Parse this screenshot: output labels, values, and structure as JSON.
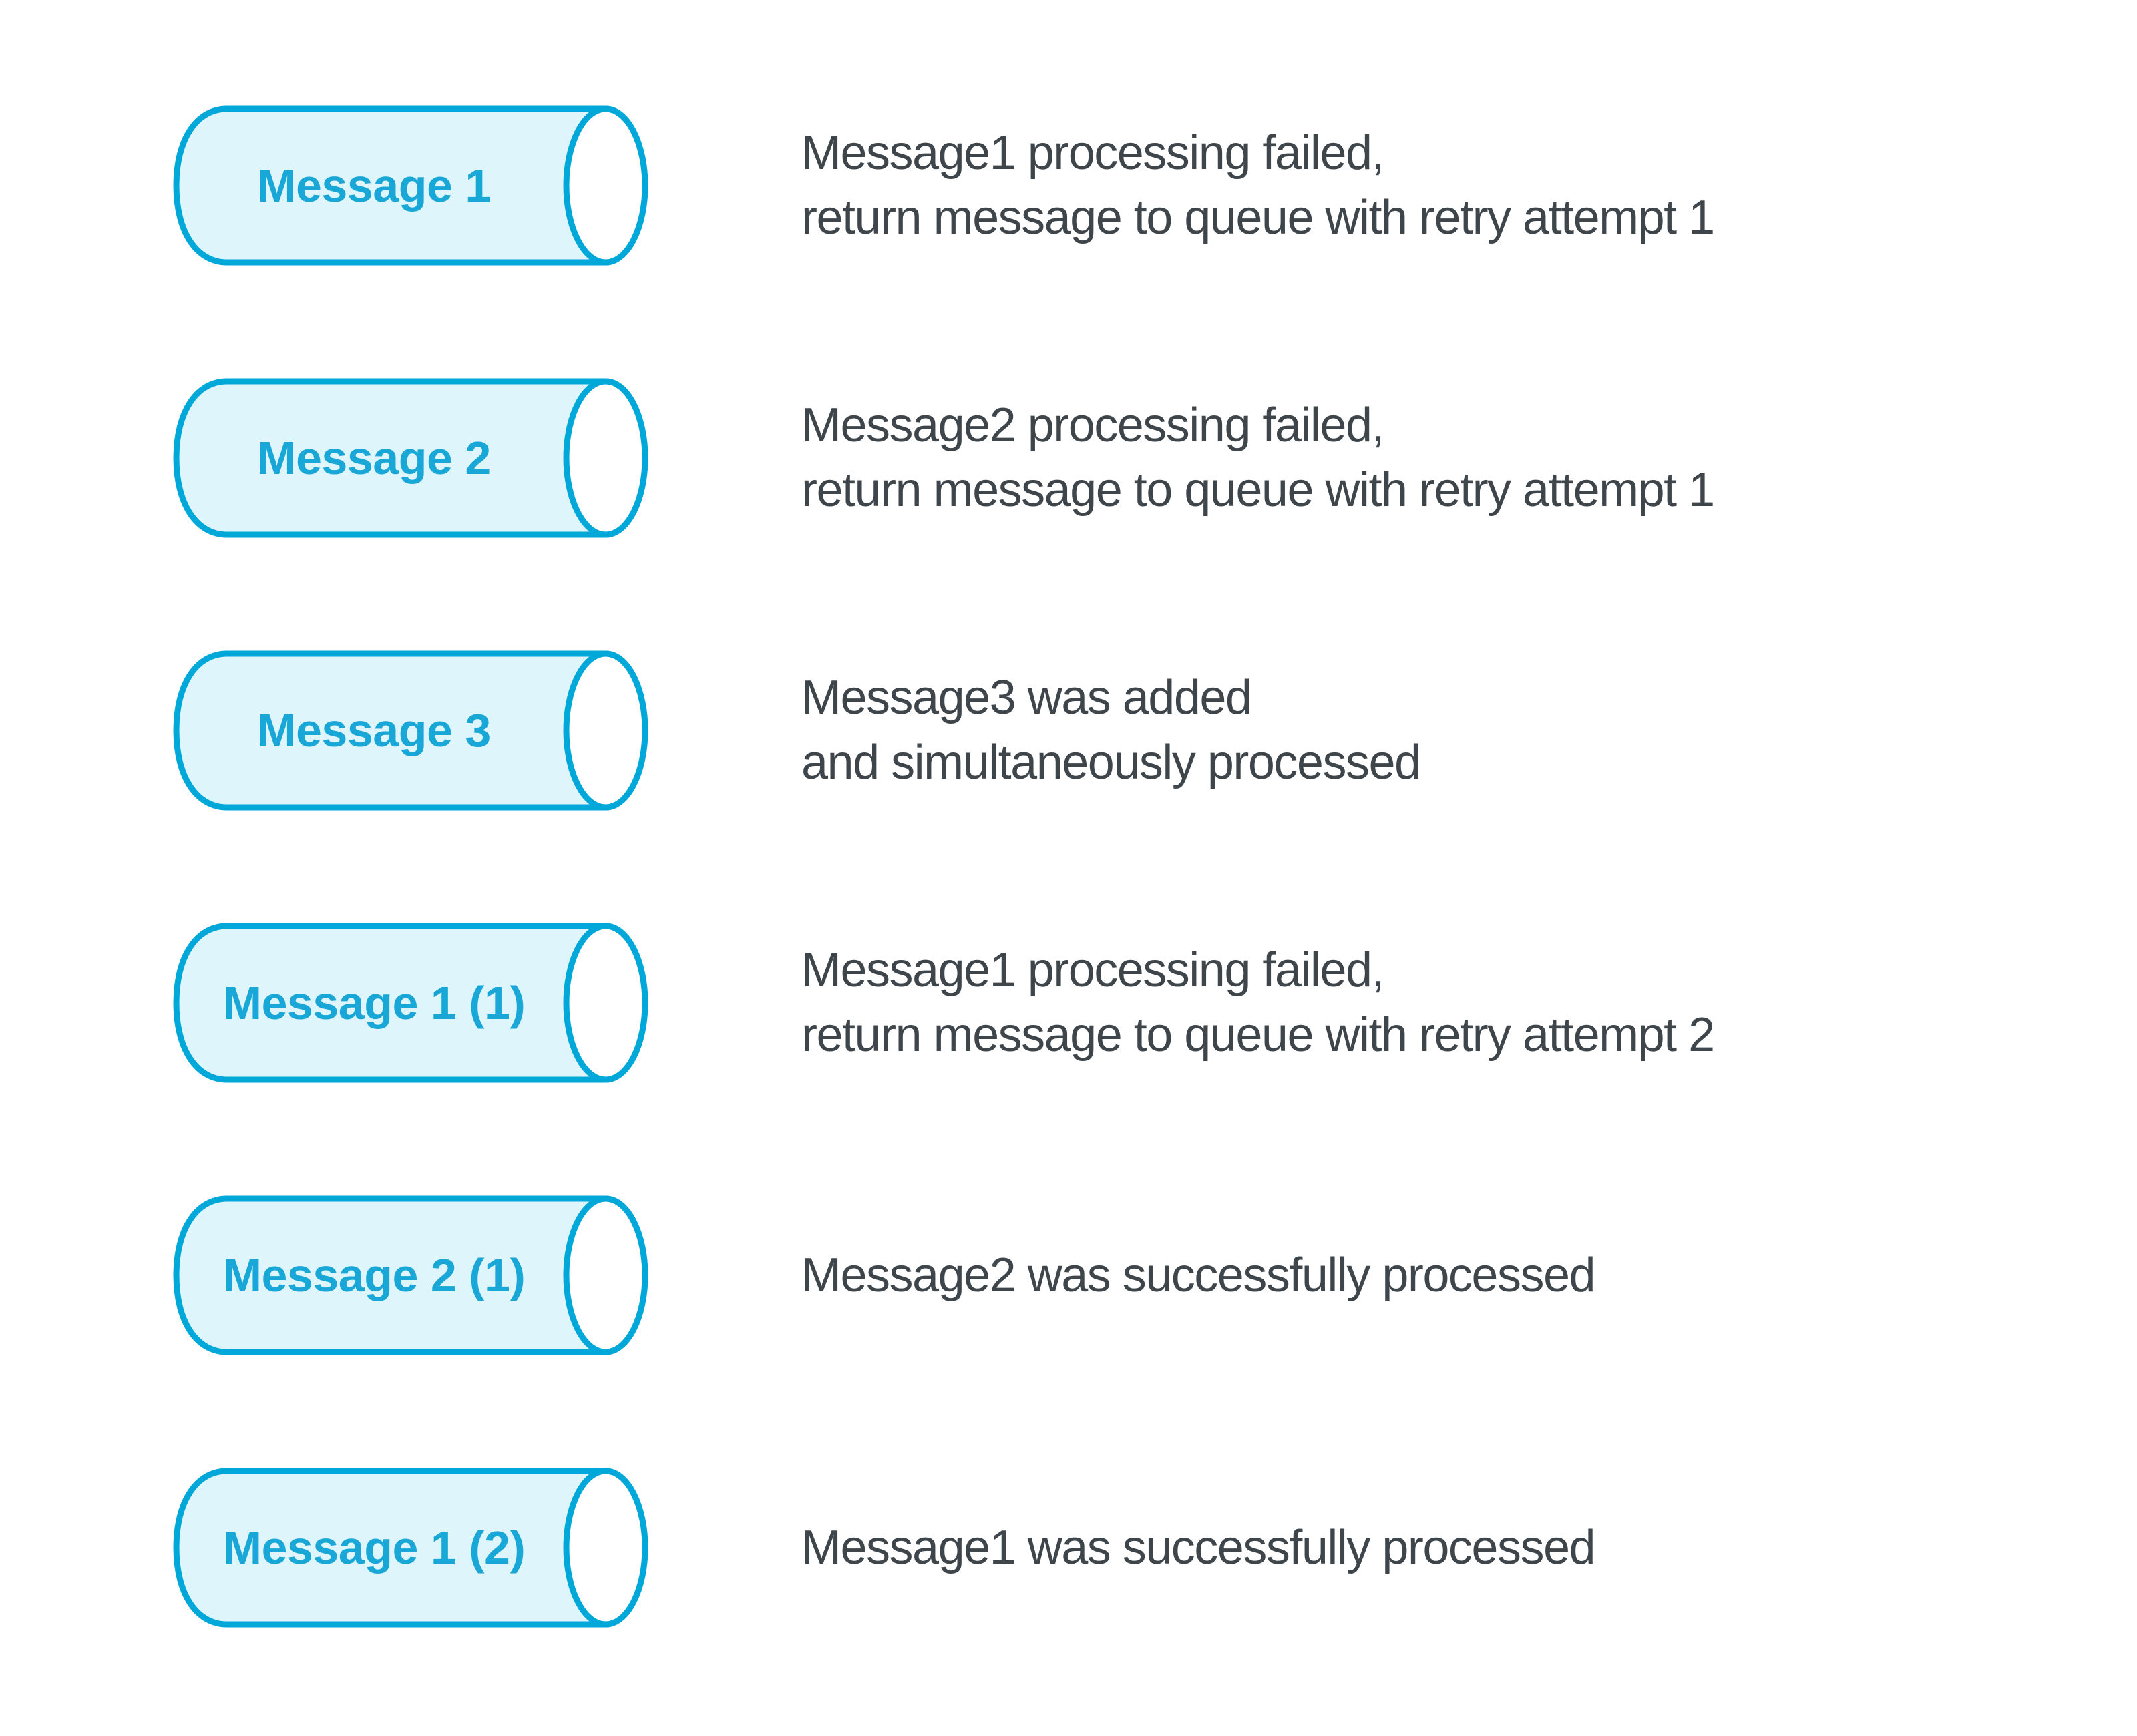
{
  "diagram": {
    "title": "message queue retry timeline",
    "colors": {
      "background": "#ffffff",
      "cylinder_stroke": "#00A8D9",
      "cylinder_fill": "#DFF5FC",
      "cylinder_cap_fill": "#FFFFFF",
      "label_color": "#18A7D6",
      "text_color": "#3F464B"
    },
    "rows": [
      {
        "label": "Message 1",
        "description": "Message1 processing failed,\nreturn message to queue with retry attempt 1"
      },
      {
        "label": "Message 2",
        "description": "Message2 processing failed,\nreturn message to queue with retry attempt 1"
      },
      {
        "label": "Message 3",
        "description": "Message3 was added\nand simultaneously processed"
      },
      {
        "label": "Message 1 (1)",
        "description": "Message1 processing failed,\nreturn message to queue with retry attempt 2"
      },
      {
        "label": "Message 2 (1)",
        "description": "Message2 was successfully processed"
      },
      {
        "label": "Message 1 (2)",
        "description": "Message1 was successfully processed"
      }
    ]
  }
}
